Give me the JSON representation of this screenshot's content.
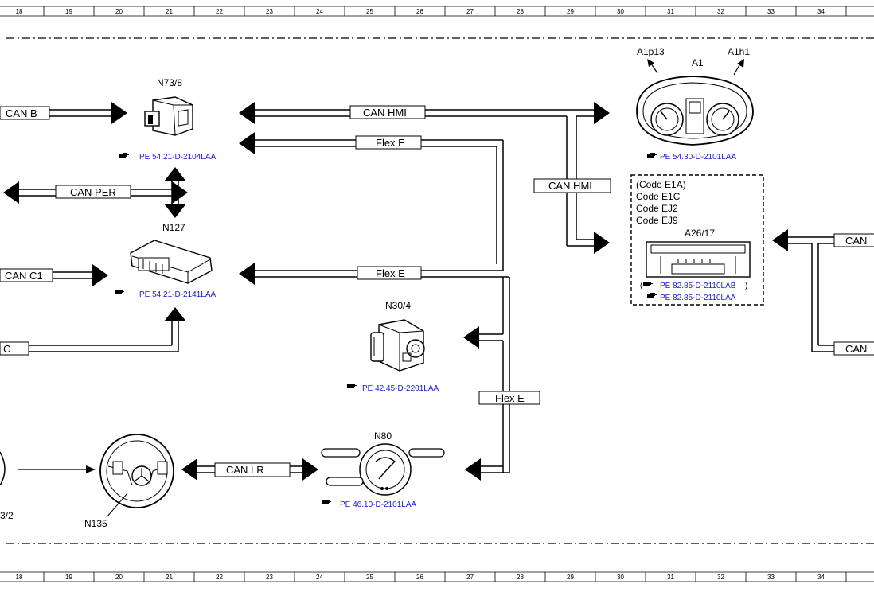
{
  "grid": {
    "columns": [
      "18",
      "19",
      "20",
      "21",
      "22",
      "23",
      "24",
      "25",
      "26",
      "27",
      "28",
      "29",
      "30",
      "31",
      "32",
      "33",
      "34"
    ]
  },
  "buses": {
    "can_b": "CAN B",
    "can_hmi_top": "CAN HMI",
    "flex_e_top": "Flex E",
    "can_per": "CAN PER",
    "can_hmi_vertical": "CAN HMI",
    "can_c1": "CAN C1",
    "flex_e_mid": "Flex E",
    "c_partial": "C",
    "flex_e_right": "Flex E",
    "can_lr": "CAN LR",
    "can_right_top": "CAN",
    "can_right_bottom": "CAN"
  },
  "components": {
    "n73_8": {
      "label": "N73/8",
      "ref": "PE 54.21-D-2104LAA"
    },
    "n127": {
      "label": "N127",
      "ref": "PE 54.21-D-2141LAA"
    },
    "a1": {
      "label": "A1",
      "ref": "PE 54.30-D-2101LAA",
      "left_out": "A1p13",
      "right_out": "A1h1"
    },
    "a26_17": {
      "label": "A26/17",
      "codes": [
        "(Code E1A)",
        "Code E1C",
        "Code EJ2",
        "Code EJ9"
      ],
      "ref_paren_open": "(",
      "ref_1": "PE 82.85-D-2110LAB",
      "ref_paren_close": ")",
      "ref_2": "PE 82.85-D-2110LAA"
    },
    "n30_4": {
      "label": "N30/4",
      "ref": "PE 42.45-D-2201LAA"
    },
    "n80": {
      "label": "N80",
      "ref": "PE 46.10-D-2101LAA"
    },
    "n135": {
      "label": "N135"
    },
    "partial_left": {
      "label": "3/2"
    }
  },
  "colors": {
    "line": "#000000",
    "ref_link": "#1a1adf",
    "background": "#ffffff"
  },
  "icons": {
    "reference": "pointing-hand-icon"
  }
}
